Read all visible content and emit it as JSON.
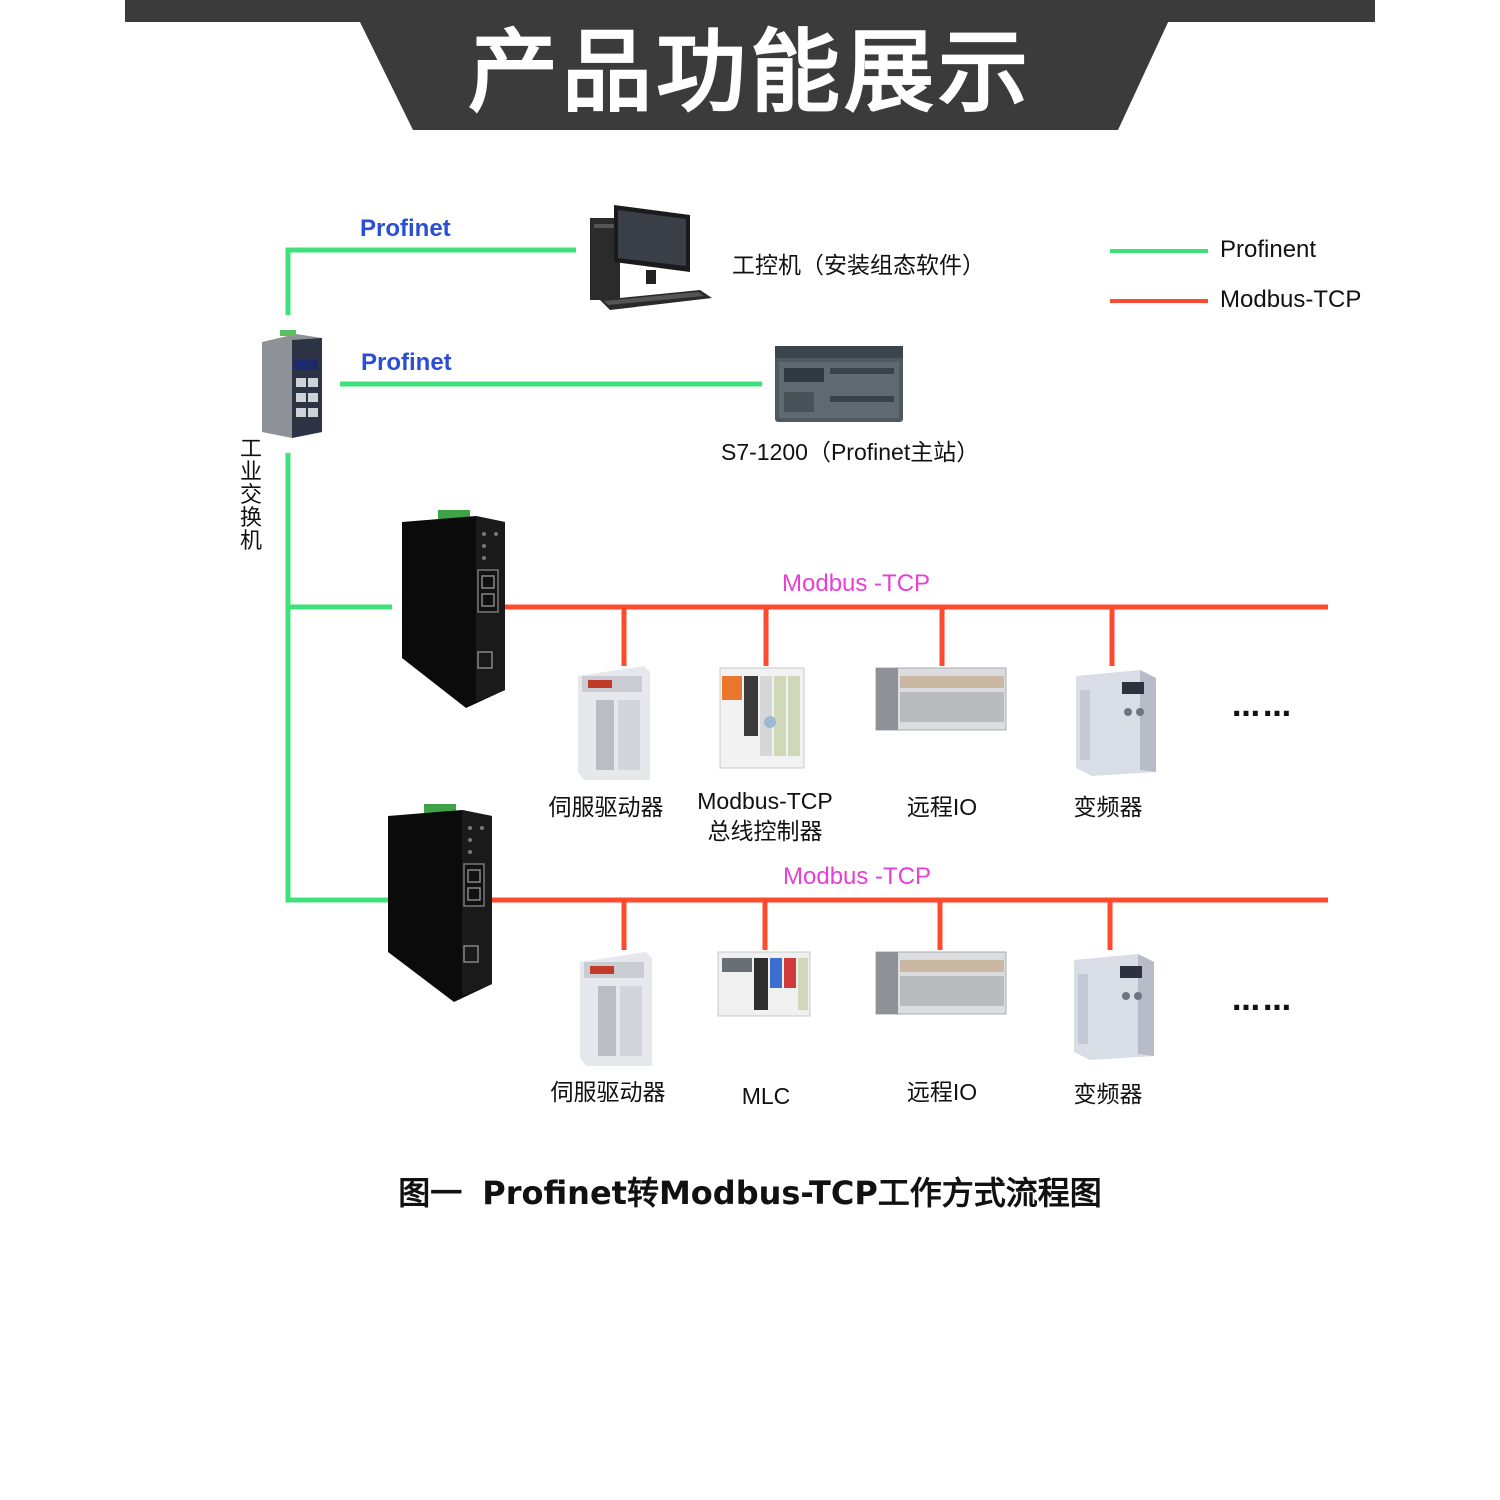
{
  "header": {
    "title": "产品功能展示"
  },
  "links": {
    "profinet_top": "Profinet",
    "profinet_mid": "Profinet",
    "modbus_row1": "Modbus -TCP",
    "modbus_row2": "Modbus -TCP"
  },
  "legend": {
    "items": [
      {
        "label": "Profinent",
        "color": "#3ee07a"
      },
      {
        "label": "Modbus-TCP",
        "color": "#ff4a2e"
      }
    ]
  },
  "devices": {
    "ipc": "工控机（安装组态软件）",
    "plc": "S7-1200（Profinet主站）",
    "switch": "工业交换机",
    "row1": [
      {
        "label": "伺服驱动器"
      },
      {
        "label": "Modbus-TCP",
        "label2": "总线控制器"
      },
      {
        "label": "远程IO"
      },
      {
        "label": "变频器"
      }
    ],
    "row2": [
      {
        "label": "伺服驱动器"
      },
      {
        "label": "MLC"
      },
      {
        "label": "远程IO"
      },
      {
        "label": "变频器"
      }
    ],
    "more": "……"
  },
  "caption": {
    "prefix": "图一",
    "text": "Profinet转Modbus-TCP工作方式流程图"
  },
  "colors": {
    "banner": "#3b3b3b",
    "profinet_line": "#3ee07a",
    "modbus_line": "#ff4a2e"
  }
}
